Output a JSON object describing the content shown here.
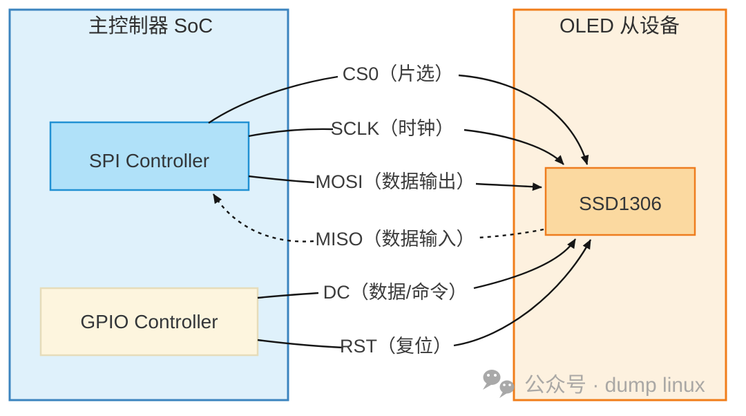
{
  "master": {
    "title": "主控制器 SoC",
    "spi_label": "SPI Controller",
    "gpio_label": "GPIO Controller"
  },
  "slave": {
    "title": "OLED 从设备",
    "chip_label": "SSD1306"
  },
  "signals": [
    {
      "name": "CS0",
      "label": "CS0（片选）",
      "line": "solid",
      "from": "SPI Controller",
      "to": "SSD1306"
    },
    {
      "name": "SCLK",
      "label": "SCLK（时钟）",
      "line": "solid",
      "from": "SPI Controller",
      "to": "SSD1306"
    },
    {
      "name": "MOSI",
      "label": "MOSI（数据输出）",
      "line": "solid",
      "from": "SPI Controller",
      "to": "SSD1306"
    },
    {
      "name": "MISO",
      "label": "MISO（数据输入）",
      "line": "dashed",
      "from": "SSD1306",
      "to": "SPI Controller"
    },
    {
      "name": "DC",
      "label": "DC（数据/命令）",
      "line": "solid",
      "from": "GPIO Controller",
      "to": "SSD1306"
    },
    {
      "name": "RST",
      "label": "RST（复位）",
      "line": "solid",
      "from": "GPIO Controller",
      "to": "SSD1306"
    }
  ],
  "watermark": {
    "icon": "wechat-icon",
    "text": "公众号 · dump linux"
  },
  "palette": {
    "master_box_fill": "#dff1fb",
    "master_box_border": "#3b84bf",
    "spi_fill": "#b0e1f9",
    "spi_border": "#2191d3",
    "gpio_fill": "#fdf5de",
    "gpio_border": "#e6dcba",
    "slave_box_fill": "#fdf1df",
    "slave_box_border": "#f07d1a",
    "chip_fill": "#fbd9a0",
    "chip_border": "#ee7d1f",
    "arrow": "#161616",
    "label_text": "#3b3b3b",
    "watermark_text": "#aaa8a5"
  }
}
